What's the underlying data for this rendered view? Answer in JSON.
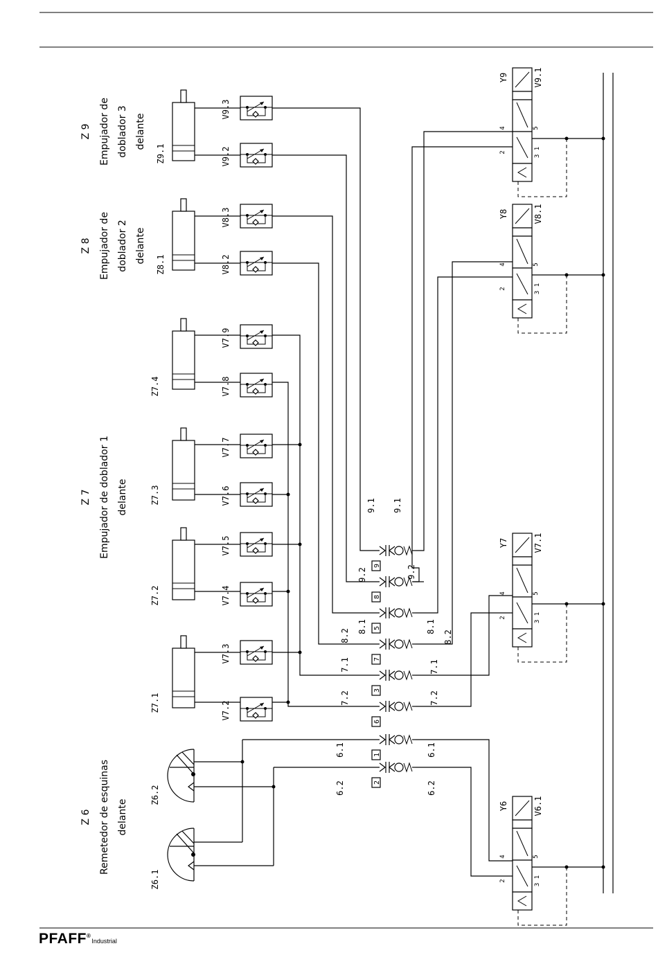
{
  "groups": [
    {
      "code": "Z 6",
      "desc": "Remetedor de esquinas",
      "desc2": "delante"
    },
    {
      "code": "Z 7",
      "desc": "Empujador de doblador 1",
      "desc2": "delante"
    },
    {
      "code": "Z 8",
      "desc": "Empujador de",
      "desc2": "doblador 2",
      "desc3": "delante"
    },
    {
      "code": "Z 9",
      "desc": "Empujador de",
      "desc2": "doblador  3",
      "desc3": "delante"
    }
  ],
  "cylinders": [
    "Z6.1",
    "Z6.2",
    "Z7.1",
    "Z7.2",
    "Z7.3",
    "Z7.4",
    "Z8.1",
    "Z9.1"
  ],
  "throttles": [
    "V7.2",
    "V7.3",
    "V7.4",
    "V7.5",
    "V7.6",
    "V7.7",
    "V7.8",
    "V7.9",
    "V8.2",
    "V8.3",
    "V9.2",
    "V9.3"
  ],
  "valves": [
    {
      "coil": "Y6",
      "silencer": "V6.1"
    },
    {
      "coil": "Y7",
      "silencer": "V7.1"
    },
    {
      "coil": "Y8",
      "silencer": "V8.1"
    },
    {
      "coil": "Y9",
      "silencer": "V9.1"
    }
  ],
  "ports": {
    "p4": "4",
    "p2": "2",
    "p5": "5",
    "p31": "3 1"
  },
  "couplings": [
    "2",
    "1",
    "6",
    "3",
    "7",
    "5",
    "8",
    "9"
  ],
  "line_labels_left": [
    "6.2",
    "6.1",
    "7.2",
    "7.1",
    "8.2",
    "8.1",
    "9.2",
    "9.1"
  ],
  "line_labels_right": [
    "6.2",
    "6.1",
    "7.2",
    "7.1",
    "8.2",
    "8.1",
    "9.2",
    "9.1"
  ],
  "brand": {
    "name": "PFAFF",
    "reg": "®",
    "sub": "Industrial"
  }
}
